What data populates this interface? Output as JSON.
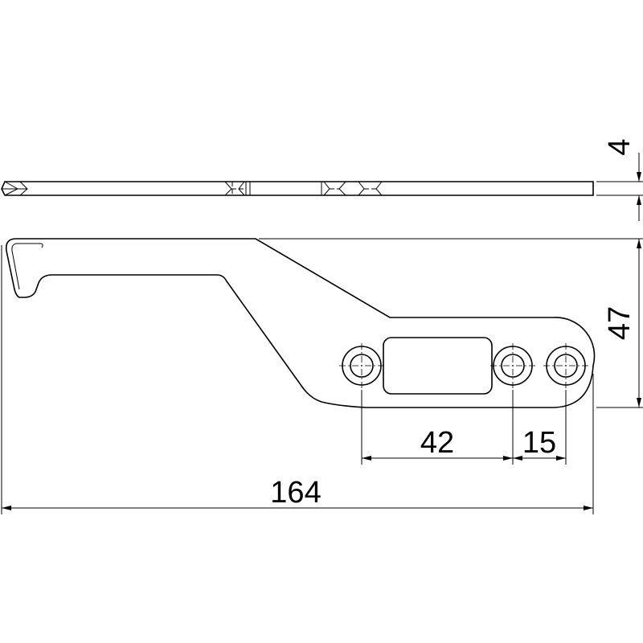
{
  "dimensions": {
    "thickness": "4",
    "height": "47",
    "hole_spacing_1": "42",
    "hole_spacing_2": "15",
    "overall_length": "164"
  },
  "colors": {
    "line": "#000000",
    "background": "#ffffff"
  }
}
